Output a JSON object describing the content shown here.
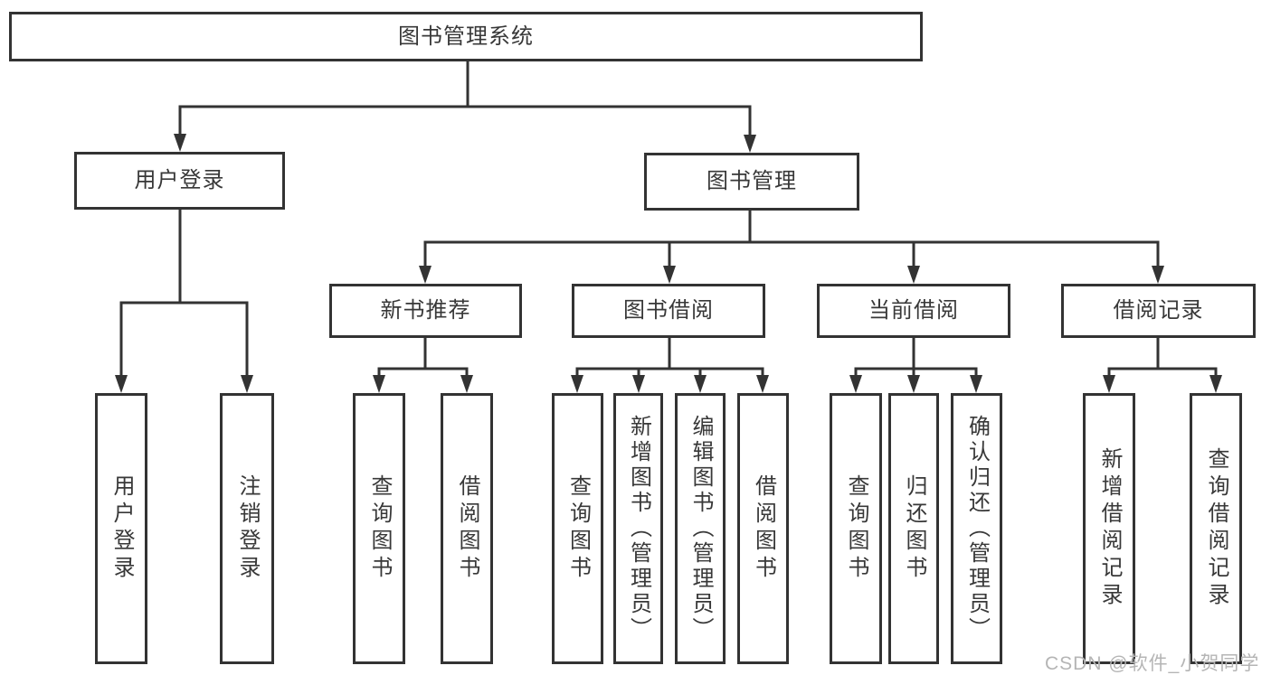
{
  "diagram": {
    "root": {
      "label": "图书管理系统"
    },
    "branches": [
      {
        "label": "用户登录",
        "children": [
          {
            "label": "用户登录"
          },
          {
            "label": "注销登录"
          }
        ]
      },
      {
        "label": "图书管理",
        "children": [
          {
            "label": "新书推荐",
            "children": [
              {
                "label": "查询图书"
              },
              {
                "label": "借阅图书"
              }
            ]
          },
          {
            "label": "图书借阅",
            "children": [
              {
                "label": "查询图书"
              },
              {
                "label": "新增图书（管理员）"
              },
              {
                "label": "编辑图书（管理员）"
              },
              {
                "label": "借阅图书"
              }
            ]
          },
          {
            "label": "当前借阅",
            "children": [
              {
                "label": "查询图书"
              },
              {
                "label": "归还图书"
              },
              {
                "label": "确认归还（管理员）"
              }
            ]
          },
          {
            "label": "借阅记录",
            "children": [
              {
                "label": "新增借阅记录"
              },
              {
                "label": "查询借阅记录"
              }
            ]
          }
        ]
      }
    ]
  },
  "watermark": {
    "text": "CSDN @软件_小贺同学"
  },
  "colors": {
    "line": "#333333",
    "text": "#383838",
    "watermark": "#b5b5b5",
    "background": "#ffffff"
  }
}
